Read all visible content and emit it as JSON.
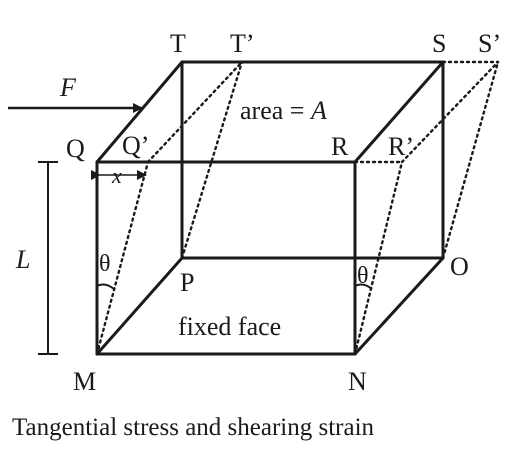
{
  "figure": {
    "caption": "Tangential stress and shearing strain",
    "force_label": "F",
    "area_prefix": "area = ",
    "area_symbol": "A",
    "height_label": "L",
    "displacement_label": "x",
    "angle_label_left": "θ",
    "angle_label_right": "θ",
    "fixed_face_label": "fixed face",
    "vertices": {
      "T": "T",
      "T_prime": "T’",
      "S": "S",
      "S_prime": "S’",
      "Q": "Q",
      "Q_prime": "Q’",
      "R": "R",
      "R_prime": "R’",
      "P": "P",
      "O": "O",
      "M": "M",
      "N": "N"
    }
  }
}
